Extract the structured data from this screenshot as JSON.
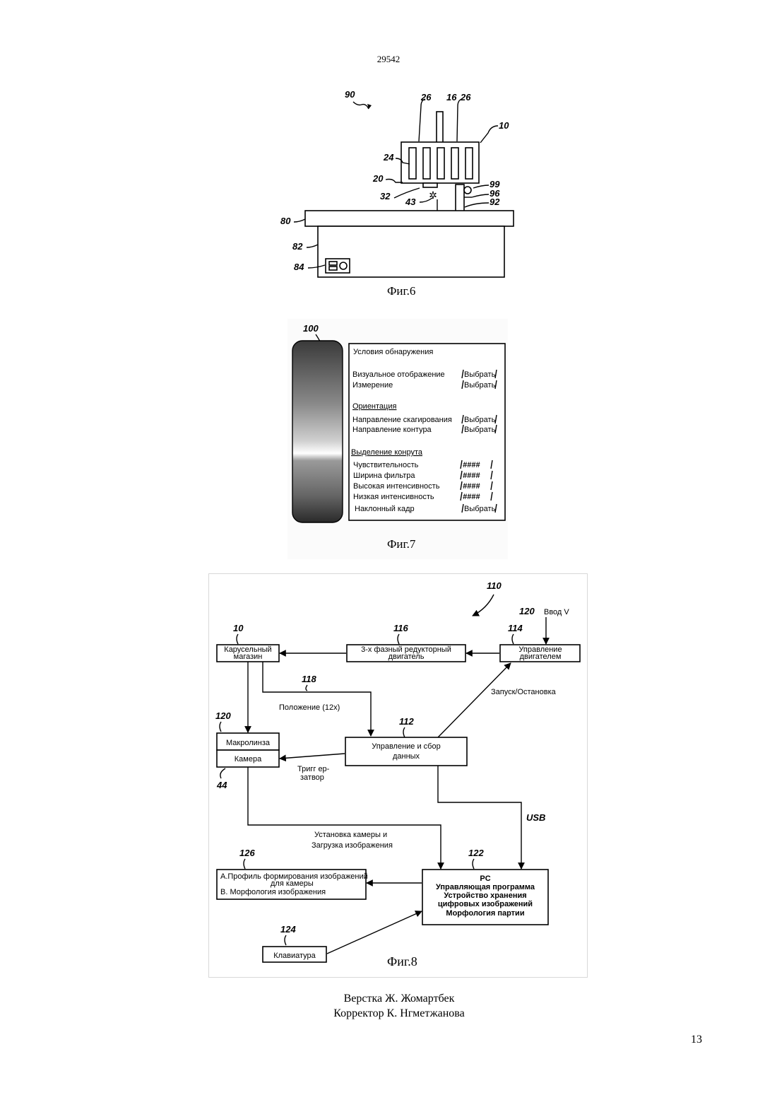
{
  "header": {
    "page_code": "29542"
  },
  "fig6": {
    "caption": "Фиг.6",
    "refs": [
      "90",
      "26",
      "16",
      "26",
      "10",
      "24",
      "20",
      "32",
      "43",
      "99",
      "96",
      "92",
      "80",
      "82",
      "84"
    ]
  },
  "fig7": {
    "caption": "Фиг.7",
    "ref": "100",
    "title": "Условия обнаружения",
    "rows_detect": [
      {
        "label": "Визуальное отображение",
        "value": "Выбрать"
      },
      {
        "label": "Измерение",
        "value": "Выбрать"
      }
    ],
    "section_orient": "Ориентация",
    "rows_orient": [
      {
        "label": "Направление скагирования",
        "value": "Выбрать"
      },
      {
        "label": "Направление контура",
        "value": "Выбрать"
      }
    ],
    "section_edge": "Выделение конрута",
    "rows_edge": [
      {
        "label": "Чувствительность",
        "value": "####"
      },
      {
        "label": "Ширина фильтра",
        "value": "####"
      },
      {
        "label": "Высокая интенсивность",
        "value": "####"
      },
      {
        "label": "Низкая интенсивность",
        "value": "####"
      },
      {
        "label": "Наклонный кадр",
        "value": "Выбрать"
      }
    ]
  },
  "fig8": {
    "caption": "Фиг.8",
    "refs": {
      "r110": "110",
      "r120_top": "120",
      "r10": "10",
      "r116": "116",
      "r114": "114",
      "r118": "118",
      "r120": "120",
      "r112": "112",
      "r44": "44",
      "r126": "126",
      "r122": "122",
      "r124": "124"
    },
    "input_label": "Ввод V",
    "carousel": [
      "Карусельный",
      "магазин"
    ],
    "motor": [
      "3-х фазный редукторный",
      "двигатель"
    ],
    "motor_ctrl": [
      "Управление",
      "двигателем"
    ],
    "position": "Положение (12x)",
    "start_stop": "Запуск/Остановка",
    "macro": "Макролинза",
    "camera": "Камера",
    "control": [
      "Управление и сбор",
      "данных"
    ],
    "trigger": [
      "Тригг ер-",
      "затвор"
    ],
    "usb": "USB",
    "cam_setup": [
      "Установка камеры и",
      "Загрузка изображения"
    ],
    "profile": [
      "A.Профиль формирования изображений",
      "для камеры",
      "B. Морфология изображения"
    ],
    "pc": [
      "PC",
      "Управляющая программа",
      "Устройство хранения",
      "цифровых изображений",
      "Морфология партии"
    ],
    "keyboard": "Клавиатура"
  },
  "footer": {
    "layout": "Верстка Ж. Жомартбек",
    "corrector": "Корректор К. Нгметжанова",
    "page_number": "13"
  }
}
